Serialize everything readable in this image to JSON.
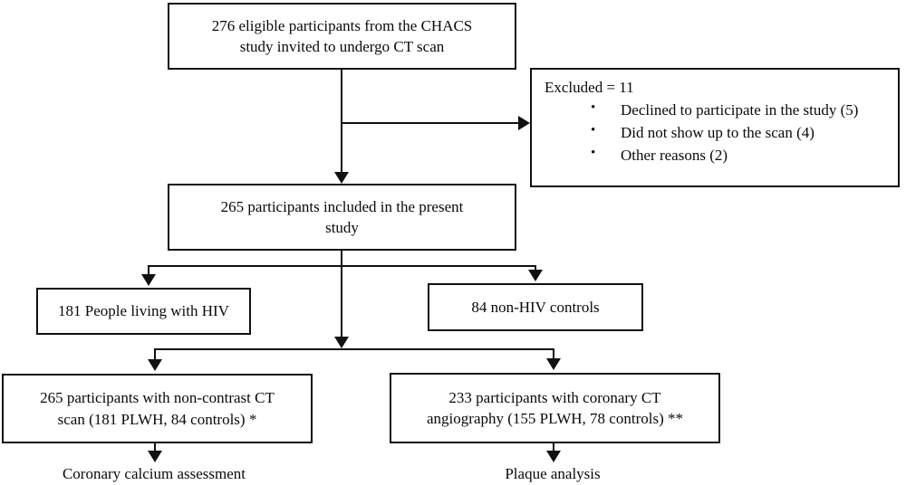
{
  "figure": {
    "type": "flowchart",
    "orientation": "top-down"
  },
  "nodes": {
    "screened": {
      "text": "276 eligible participants from the CHACS\nstudy invited to undergo CT scan"
    },
    "excluded": {
      "title": "Excluded = 11",
      "items": [
        "Declined to participate in the study (5)",
        "Did not show up to the scan (4)",
        "Other reasons (2)"
      ]
    },
    "included": {
      "text": "265 participants included in the present\nstudy"
    },
    "plwh": {
      "text": "181 People living with HIV"
    },
    "controls": {
      "text": "84 non-HIV controls"
    },
    "noncontrast_ct": {
      "text": "265 participants with non-contrast CT\nscan (181 PLWH, 84 controls) *"
    },
    "angiography": {
      "text": "233 participants with coronary CT\nangiography (155 PLWH, 78 controls) **"
    }
  },
  "captions": {
    "calcium": "Coronary calcium assessment",
    "plaque": "Plaque analysis"
  },
  "style": {
    "line_color": "#111111",
    "box_border_color": "#111111",
    "background": "#ffffff",
    "text_color": "#0a0a0a"
  }
}
